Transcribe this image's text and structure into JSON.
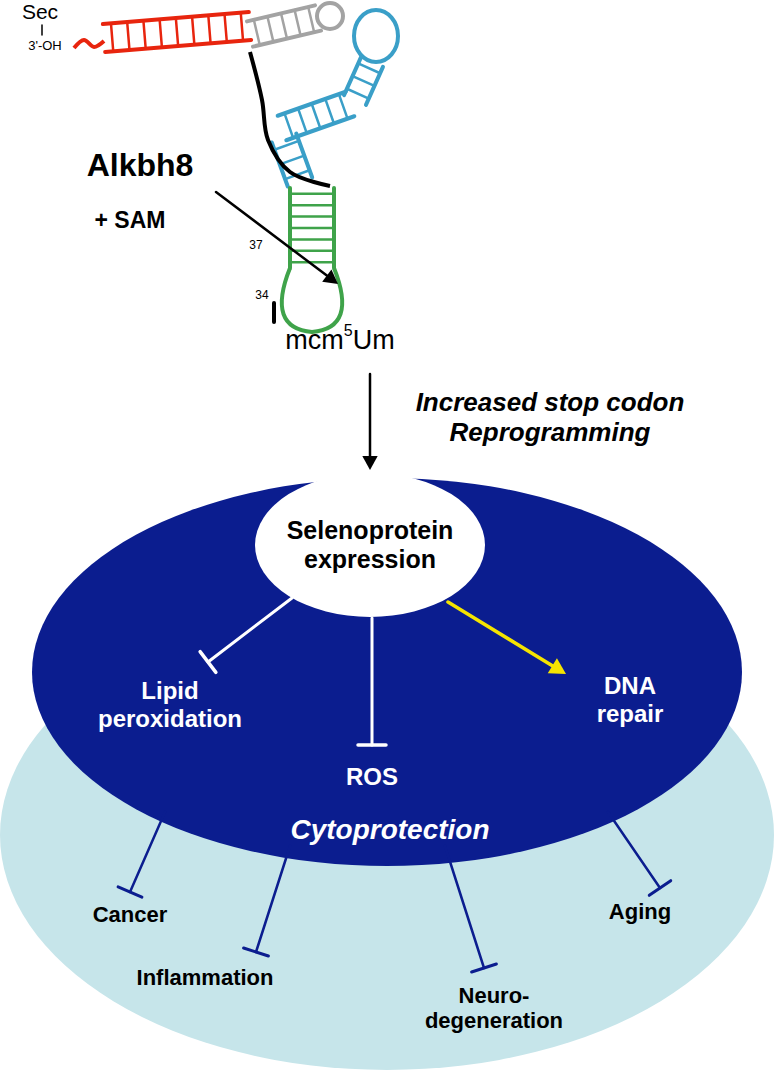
{
  "diagram": {
    "nodes": [
      {
        "text": [
          "Cancer",
          "Inflammation",
          "Neuro- degeneration",
          "Aging"
        ]
      },
      {
        "text": [
          "Lipid peroxidation",
          "ROS",
          "DNA repair",
          "Cytoprotection"
        ],
        "in": 0
      },
      {
        "text": [
          "Selenoprotein expression"
        ],
        "in": 1
      }
    ],
    "labels": [
      "Sec",
      "3'-OH",
      "Alkbh8",
      "+ SAM",
      "37",
      "34",
      "mcm",
      "5",
      "Um",
      "Increased stop codon Reprogramming"
    ]
  }
}
